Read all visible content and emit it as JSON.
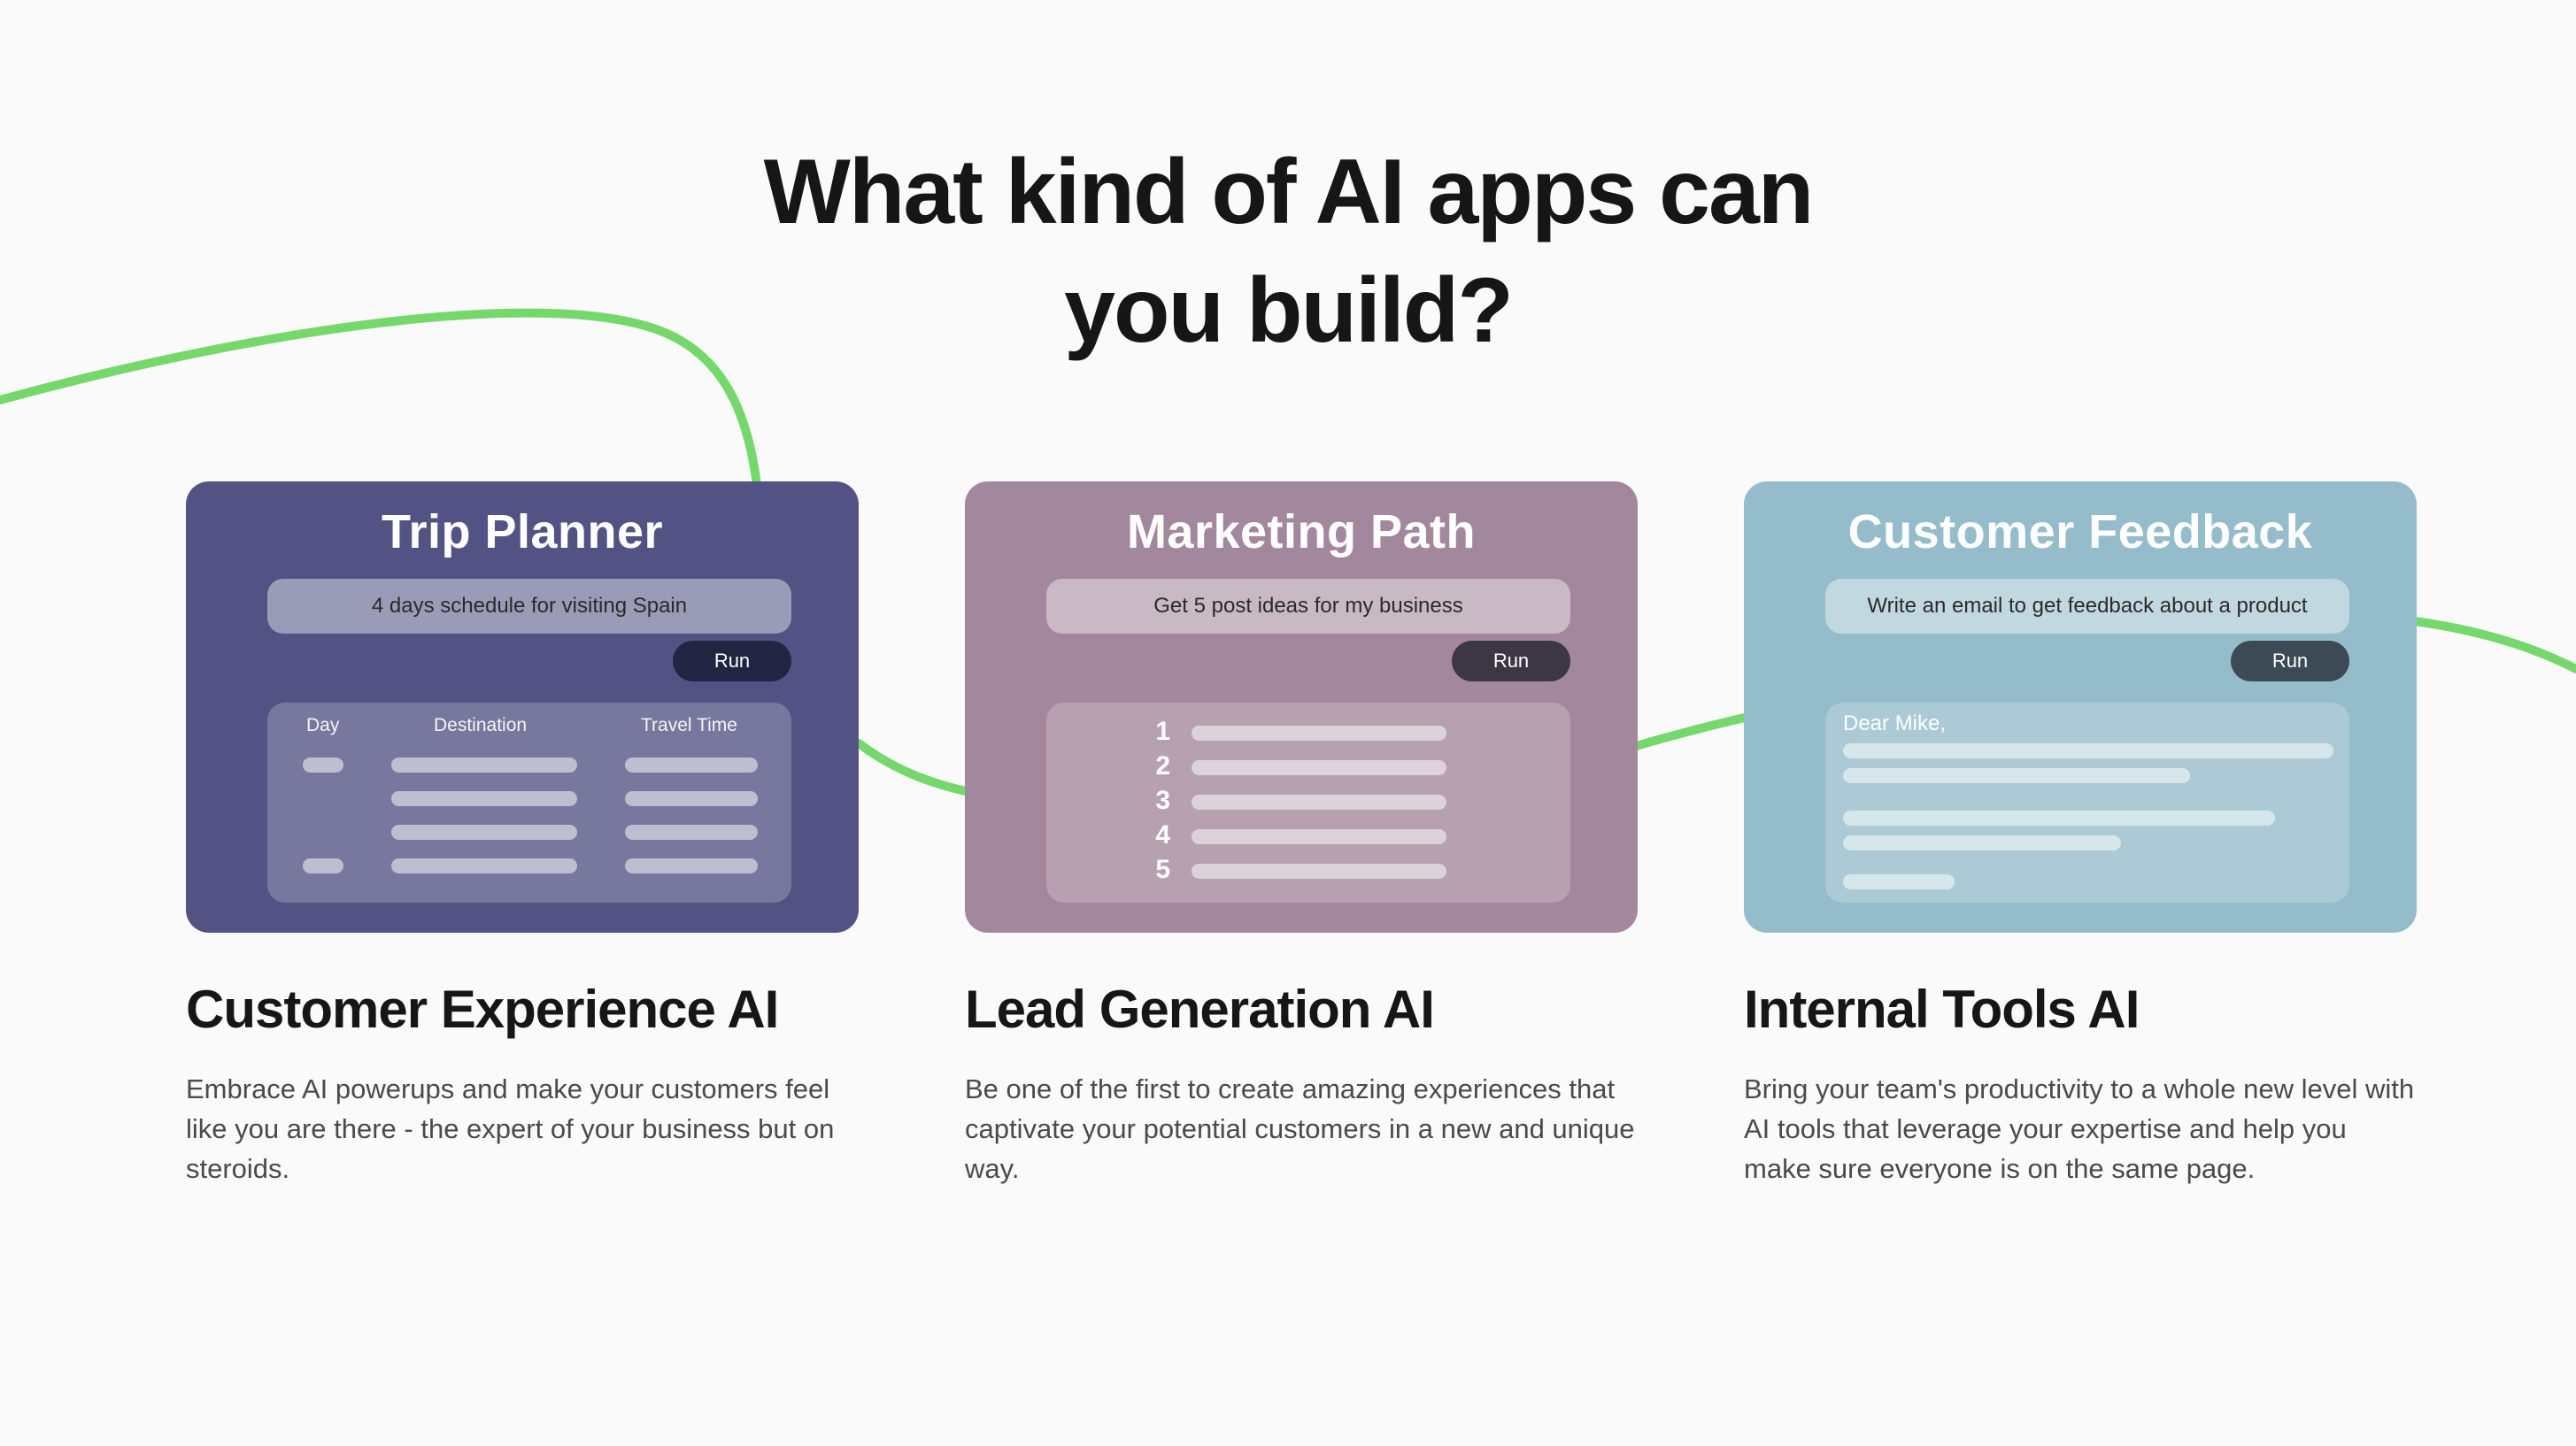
{
  "headline": {
    "line1": "What kind of AI apps can",
    "line2": "you build?"
  },
  "colors": {
    "background": "#fafafa",
    "accent_curve": "#74d86b",
    "trip_card": "#525384",
    "marketing_card": "#a3879c",
    "feedback_card": "#95bccb"
  },
  "cards": [
    {
      "title": "Trip Planner",
      "prompt": "4 days schedule for visiting Spain",
      "run_label": "Run",
      "table_headers": [
        "Day",
        "Destination",
        "Travel Time"
      ]
    },
    {
      "title": "Marketing Path",
      "prompt": "Get 5 post ideas for my business",
      "run_label": "Run",
      "list_numbers": [
        "1",
        "2",
        "3",
        "4",
        "5"
      ]
    },
    {
      "title": "Customer Feedback",
      "prompt": "Write an email to get feedback about a product",
      "run_label": "Run",
      "greeting": "Dear Mike,"
    }
  ],
  "sections": [
    {
      "title": "Customer Experience AI",
      "description": "Embrace AI powerups and make your customers feel like you are there - the expert of your business but on steroids."
    },
    {
      "title": "Lead Generation AI",
      "description": "Be one of the first to create amazing experiences that captivate your potential customers in a new and unique way."
    },
    {
      "title": "Internal Tools AI",
      "description": "Bring your team's productivity to a whole new level with AI tools that leverage your expertise and help you make sure everyone is on the same page."
    }
  ]
}
